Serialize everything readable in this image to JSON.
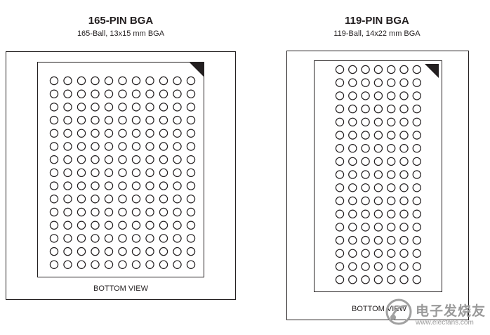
{
  "packages": [
    {
      "title": "165-PIN BGA",
      "subtitle": "165-Ball, 13x15 mm BGA",
      "view_label": "BOTTOM VIEW",
      "ball_columns": 11,
      "ball_rows": 15
    },
    {
      "title": "119-PIN BGA",
      "subtitle": "119-Ball, 14x22 mm BGA",
      "view_label": "BOTTOM VIEW",
      "ball_columns": 7,
      "ball_rows": 17
    }
  ],
  "watermark": {
    "text": "电子发烧友",
    "url": "www.elecfans.com"
  },
  "colors": {
    "line": "#231f20",
    "watermark": "#9a9a9a"
  }
}
